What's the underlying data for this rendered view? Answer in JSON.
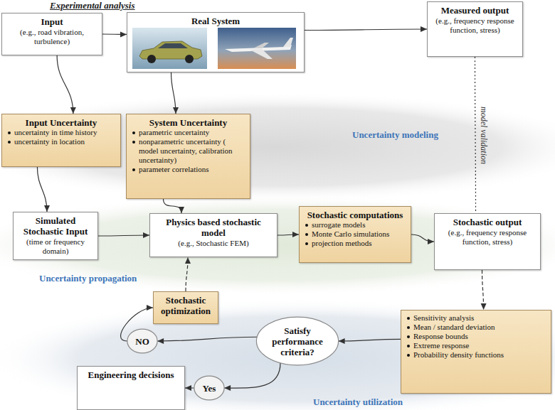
{
  "diagram": {
    "nodes": [
      {
        "text": [
          "Input",
          "(e.g., road vibration, turbulence)"
        ]
      },
      {
        "text": [
          "Real System"
        ]
      },
      {
        "text": [
          "Measured output",
          "(e.g., frequency response function, stress)"
        ]
      },
      {
        "text": [
          "Input Uncertainty",
          "uncertainty in time history",
          "uncertainty in location"
        ]
      },
      {
        "text": [
          "System Uncertainty",
          "parametric uncertainty",
          "nonparametric uncertainty ( model uncertainty, calibration uncertainty)",
          "parameter correlations"
        ]
      },
      {
        "text": [
          "Simulated Stochastic Input",
          "(time or frequency domain)"
        ]
      },
      {
        "text": [
          "Physics based stochastic model",
          "(e.g., Stochastic FEM)"
        ]
      },
      {
        "text": [
          "Stochastic computations",
          "surrogate models",
          "Monte Carlo simulations",
          "projection methods"
        ]
      },
      {
        "text": [
          "Stochastic output",
          "(e.g., frequency response function, stress)"
        ]
      },
      {
        "text": [
          "Stochastic optimization"
        ]
      },
      {
        "text": [
          "NO"
        ]
      },
      {
        "text": [
          "Satisfy performance criteria?"
        ]
      },
      {
        "text": [
          "Yes"
        ]
      },
      {
        "text": [
          "Sensitivity analysis",
          "Mean / standard deviation",
          "Response bounds",
          "Extreme response",
          "Probability density functions"
        ]
      },
      {
        "text": [
          "Engineering decisions"
        ]
      }
    ],
    "edges": [
      {
        "from": 0,
        "to": 1,
        "arrow": "to"
      },
      {
        "from": 1,
        "to": 2,
        "arrow": "to"
      },
      {
        "from": 0,
        "to": 3,
        "arrow": "to"
      },
      {
        "from": 1,
        "to": 4,
        "arrow": "to"
      },
      {
        "from": 2,
        "to": 8,
        "label": "model validation",
        "arrow": "none"
      },
      {
        "from": 3,
        "to": 5,
        "arrow": "to"
      },
      {
        "from": 4,
        "to": 6,
        "arrow": "to"
      },
      {
        "from": 5,
        "to": 6,
        "arrow": "to"
      },
      {
        "from": 6,
        "to": 7,
        "arrow": "to"
      },
      {
        "from": 7,
        "to": 8,
        "arrow": "to"
      },
      {
        "from": 8,
        "to": 13,
        "arrow": "to"
      },
      {
        "from": 13,
        "to": 11,
        "arrow": "to"
      },
      {
        "from": 11,
        "to": 10,
        "arrow": "to"
      },
      {
        "from": 10,
        "to": 9,
        "arrow": "to"
      },
      {
        "from": 9,
        "to": 6,
        "arrow": "to"
      },
      {
        "from": 11,
        "to": 12,
        "arrow": "to"
      },
      {
        "from": 12,
        "to": 14,
        "arrow": "to"
      }
    ],
    "labels": [
      "Experimental analysis",
      "Uncertainty modeling",
      "Uncertainty propagation",
      "Uncertainty utilization"
    ]
  }
}
